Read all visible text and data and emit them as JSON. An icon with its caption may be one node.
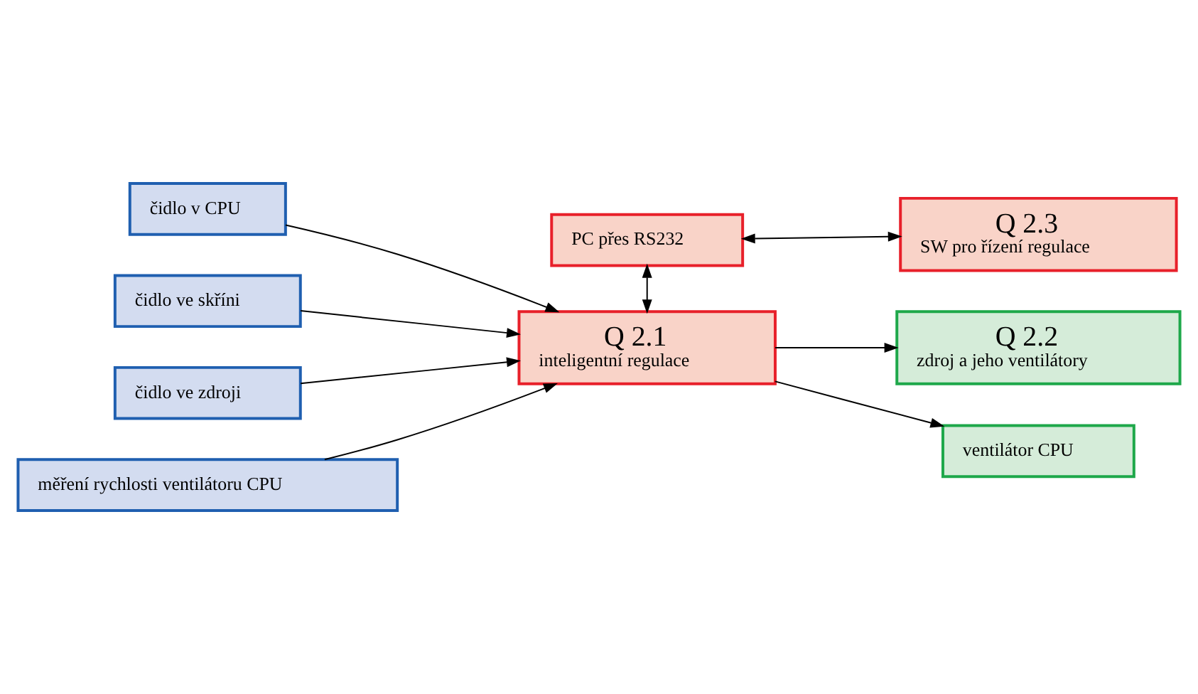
{
  "diagram": {
    "nodes": [
      {
        "text": [
          "čidlo v CPU"
        ]
      },
      {
        "text": [
          "PC přes RS232"
        ]
      },
      {
        "text": [
          "Q 2.3",
          "SW pro řízení regulace"
        ]
      },
      {
        "text": [
          "čidlo ve skříni"
        ]
      },
      {
        "text": [
          "čidlo ve zdroji"
        ]
      },
      {
        "text": [
          "Q 2.1",
          "inteligentní regulace"
        ]
      },
      {
        "text": [
          "měření rychlosti ventilátoru CPU"
        ]
      },
      {
        "text": [
          "Q 2.2",
          "zdroj a jeho ventilátory"
        ]
      },
      {
        "text": [
          "ventilátor CPU"
        ]
      }
    ],
    "edges": [
      {
        "from": 0,
        "to": 5,
        "arrow": "to"
      },
      {
        "from": 1,
        "to": 2,
        "arrow": "both"
      },
      {
        "from": 1,
        "to": 5,
        "arrow": "both"
      },
      {
        "from": 3,
        "to": 5,
        "arrow": "to"
      },
      {
        "from": 4,
        "to": 5,
        "arrow": "to"
      },
      {
        "from": 6,
        "to": 5,
        "arrow": "to"
      },
      {
        "from": 5,
        "to": 7,
        "arrow": "to"
      },
      {
        "from": 5,
        "to": 8,
        "arrow": "to"
      }
    ]
  }
}
